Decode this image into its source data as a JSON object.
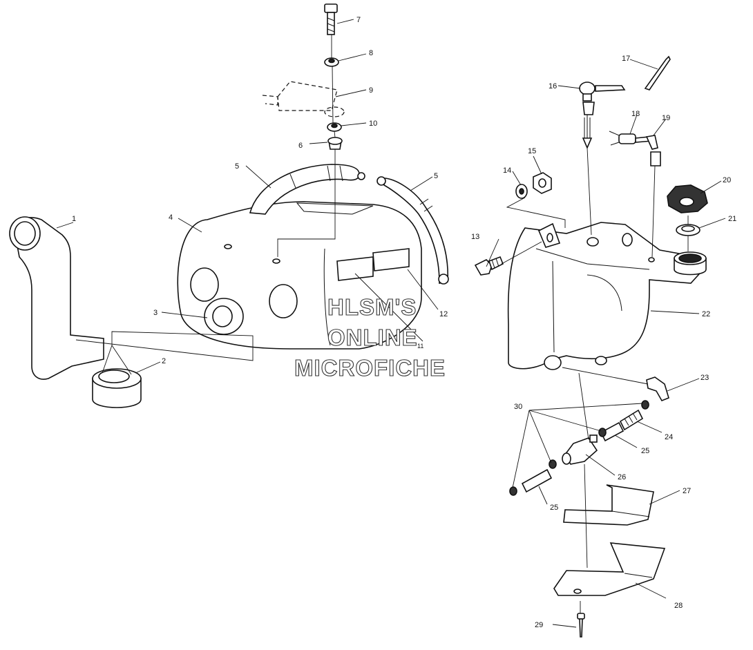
{
  "callouts": [
    {
      "id": "c1",
      "label": "1"
    },
    {
      "id": "c2",
      "label": "2"
    },
    {
      "id": "c3",
      "label": "3"
    },
    {
      "id": "c4",
      "label": "4"
    },
    {
      "id": "c5a",
      "label": "5"
    },
    {
      "id": "c5b",
      "label": "5"
    },
    {
      "id": "c6",
      "label": "6"
    },
    {
      "id": "c7",
      "label": "7"
    },
    {
      "id": "c8",
      "label": "8"
    },
    {
      "id": "c9",
      "label": "9"
    },
    {
      "id": "c10",
      "label": "10"
    },
    {
      "id": "c11",
      "label": "11"
    },
    {
      "id": "c12",
      "label": "12"
    },
    {
      "id": "c13",
      "label": "13"
    },
    {
      "id": "c14",
      "label": "14"
    },
    {
      "id": "c15",
      "label": "15"
    },
    {
      "id": "c16",
      "label": "16"
    },
    {
      "id": "c17",
      "label": "17"
    },
    {
      "id": "c18",
      "label": "18"
    },
    {
      "id": "c19",
      "label": "19"
    },
    {
      "id": "c20",
      "label": "20"
    },
    {
      "id": "c21",
      "label": "21"
    },
    {
      "id": "c22",
      "label": "22"
    },
    {
      "id": "c23",
      "label": "23"
    },
    {
      "id": "c24",
      "label": "24"
    },
    {
      "id": "c25a",
      "label": "25"
    },
    {
      "id": "c25b",
      "label": "25"
    },
    {
      "id": "c26",
      "label": "26"
    },
    {
      "id": "c27",
      "label": "27"
    },
    {
      "id": "c28",
      "label": "28"
    },
    {
      "id": "c29",
      "label": "29"
    },
    {
      "id": "c30",
      "label": "30"
    }
  ],
  "watermark": {
    "line1": "HLSM'S",
    "line2": "ONLINE",
    "line3": "MICROFICHE"
  }
}
